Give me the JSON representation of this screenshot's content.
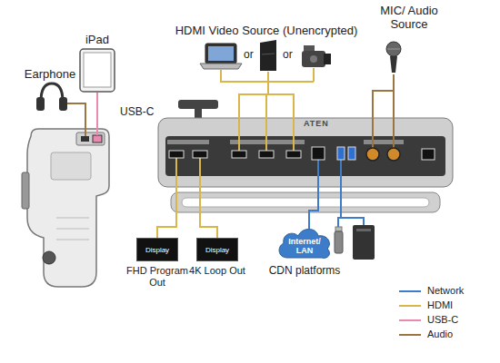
{
  "diagram": {
    "nodes": [
      {
        "text": [
          "iPad"
        ]
      },
      {
        "text": [
          "Earphone"
        ]
      },
      {
        "text": [
          "HDMI Video Source (Unencrypted)",
          "or",
          "or"
        ]
      },
      {
        "text": [
          "MIC/ Audio Source"
        ]
      },
      {
        "text": [
          "ATEN"
        ]
      },
      {
        "text": [
          "Display",
          "FHD Program Out"
        ]
      },
      {
        "text": [
          "Display",
          "4K Loop Out"
        ]
      },
      {
        "text": [
          "Internet/ LAN",
          "CDN platforms"
        ]
      }
    ],
    "edges": [
      {
        "from": 2,
        "to": 4,
        "arrow": "none"
      },
      {
        "from": 3,
        "to": 4,
        "arrow": "none"
      },
      {
        "from": 4,
        "to": 5,
        "arrow": "none"
      },
      {
        "from": 4,
        "to": 6,
        "arrow": "none"
      },
      {
        "from": 4,
        "to": 7,
        "arrow": "none"
      }
    ],
    "labels": [
      "USB-C"
    ],
    "legend": [
      {
        "text": "Network"
      },
      {
        "text": "HDMI"
      },
      {
        "text": "USB-C"
      },
      {
        "text": "Audio"
      }
    ]
  }
}
